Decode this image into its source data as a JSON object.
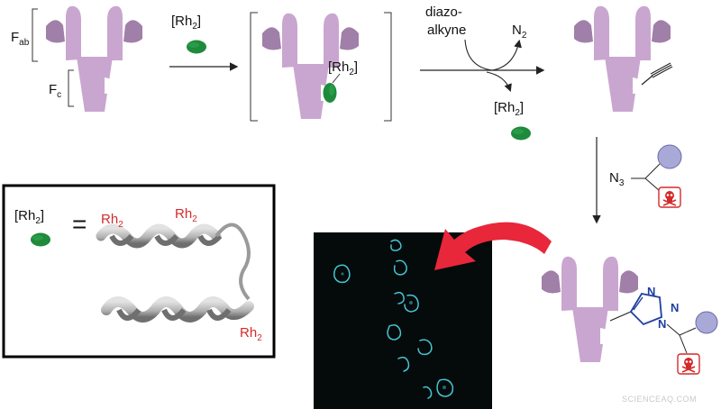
{
  "labels": {
    "fab": "F",
    "fab_sub": "ab",
    "fc": "F",
    "fc_sub": "c",
    "rh": "[Rh",
    "rh_sub": "2",
    "rh_close": "]",
    "rh_bare": "Rh",
    "diazo_line1": "diazo-",
    "diazo_line2": "alkyne",
    "n2": "N",
    "n2_sub": "2",
    "n3": "N",
    "n3_sub": "3",
    "triazole_n1": "N",
    "triazole_n2": "N",
    "triazole_n3": "N",
    "equals": "=",
    "watermark": "SCIENCEAQ.COM"
  },
  "colors": {
    "antibody": "#c9a6cf",
    "antibody_dark": "#a07fa8",
    "catalyst": "#1f8a3c",
    "catalyst_dark": "#0f5c26",
    "payload": "#a9a9d8",
    "toxin": "#d42a2a",
    "arrow_red": "#e8273a",
    "cell_glow": "#43c6d2",
    "micrograph_bg": "#050a0b",
    "helix": "#b9b9b9",
    "helix_dark": "#6f6f6f"
  },
  "icons": {
    "skull": "skull-crossbones-icon"
  }
}
